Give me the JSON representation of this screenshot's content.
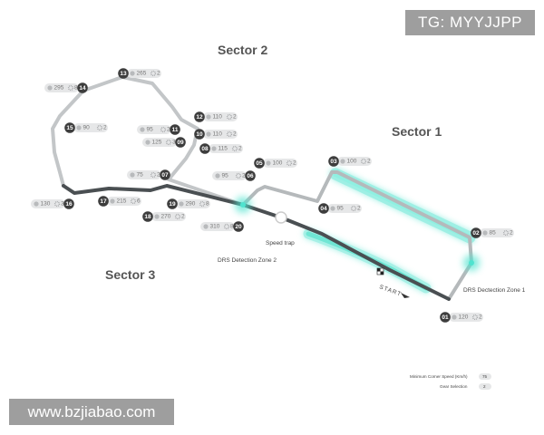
{
  "watermark": {
    "top": "TG: MYYJJPP",
    "bottom": "www.bzjiabao.com"
  },
  "sectors": [
    "Sector 1",
    "Sector 2",
    "Sector 3"
  ],
  "corners": [
    {
      "num": "01",
      "speed": "120",
      "gear": "2"
    },
    {
      "num": "02",
      "speed": "85",
      "gear": "2"
    },
    {
      "num": "03",
      "speed": "100",
      "gear": "2"
    },
    {
      "num": "04",
      "speed": "95",
      "gear": "2"
    },
    {
      "num": "05",
      "speed": "100",
      "gear": "2"
    },
    {
      "num": "06",
      "speed": "95",
      "gear": "2"
    },
    {
      "num": "07",
      "speed": "75",
      "gear": "2"
    },
    {
      "num": "08",
      "speed": "115",
      "gear": "2"
    },
    {
      "num": "09",
      "speed": "125",
      "gear": "3"
    },
    {
      "num": "10",
      "speed": "110",
      "gear": "2"
    },
    {
      "num": "11",
      "speed": "95",
      "gear": "2"
    },
    {
      "num": "12",
      "speed": "110",
      "gear": "2"
    },
    {
      "num": "13",
      "speed": "265",
      "gear": "2"
    },
    {
      "num": "14",
      "speed": "295",
      "gear": "8"
    },
    {
      "num": "15",
      "speed": "90",
      "gear": "2"
    },
    {
      "num": "16",
      "speed": "130",
      "gear": "3"
    },
    {
      "num": "17",
      "speed": "215",
      "gear": "6"
    },
    {
      "num": "18",
      "speed": "270",
      "gear": "2"
    },
    {
      "num": "19",
      "speed": "290",
      "gear": "8"
    },
    {
      "num": "20",
      "speed": "310",
      "gear": "8"
    }
  ],
  "labels": {
    "drs1": "DRS Dectection Zone 1",
    "drs2": "DRS Detection Zone 2",
    "speed_trap": "Speed trap",
    "start": "START"
  },
  "legend": {
    "min_speed": "Minimum Corner Speed (Km/h)",
    "min_speed_sample": "75",
    "gear": "Gear Selection",
    "gear_sample": "2"
  },
  "colors": {
    "drs": "#4fe3cf",
    "track_dark": "#4a4f52",
    "track_light": "#b5b9bb",
    "corner_badge": "#3d3d3d"
  }
}
